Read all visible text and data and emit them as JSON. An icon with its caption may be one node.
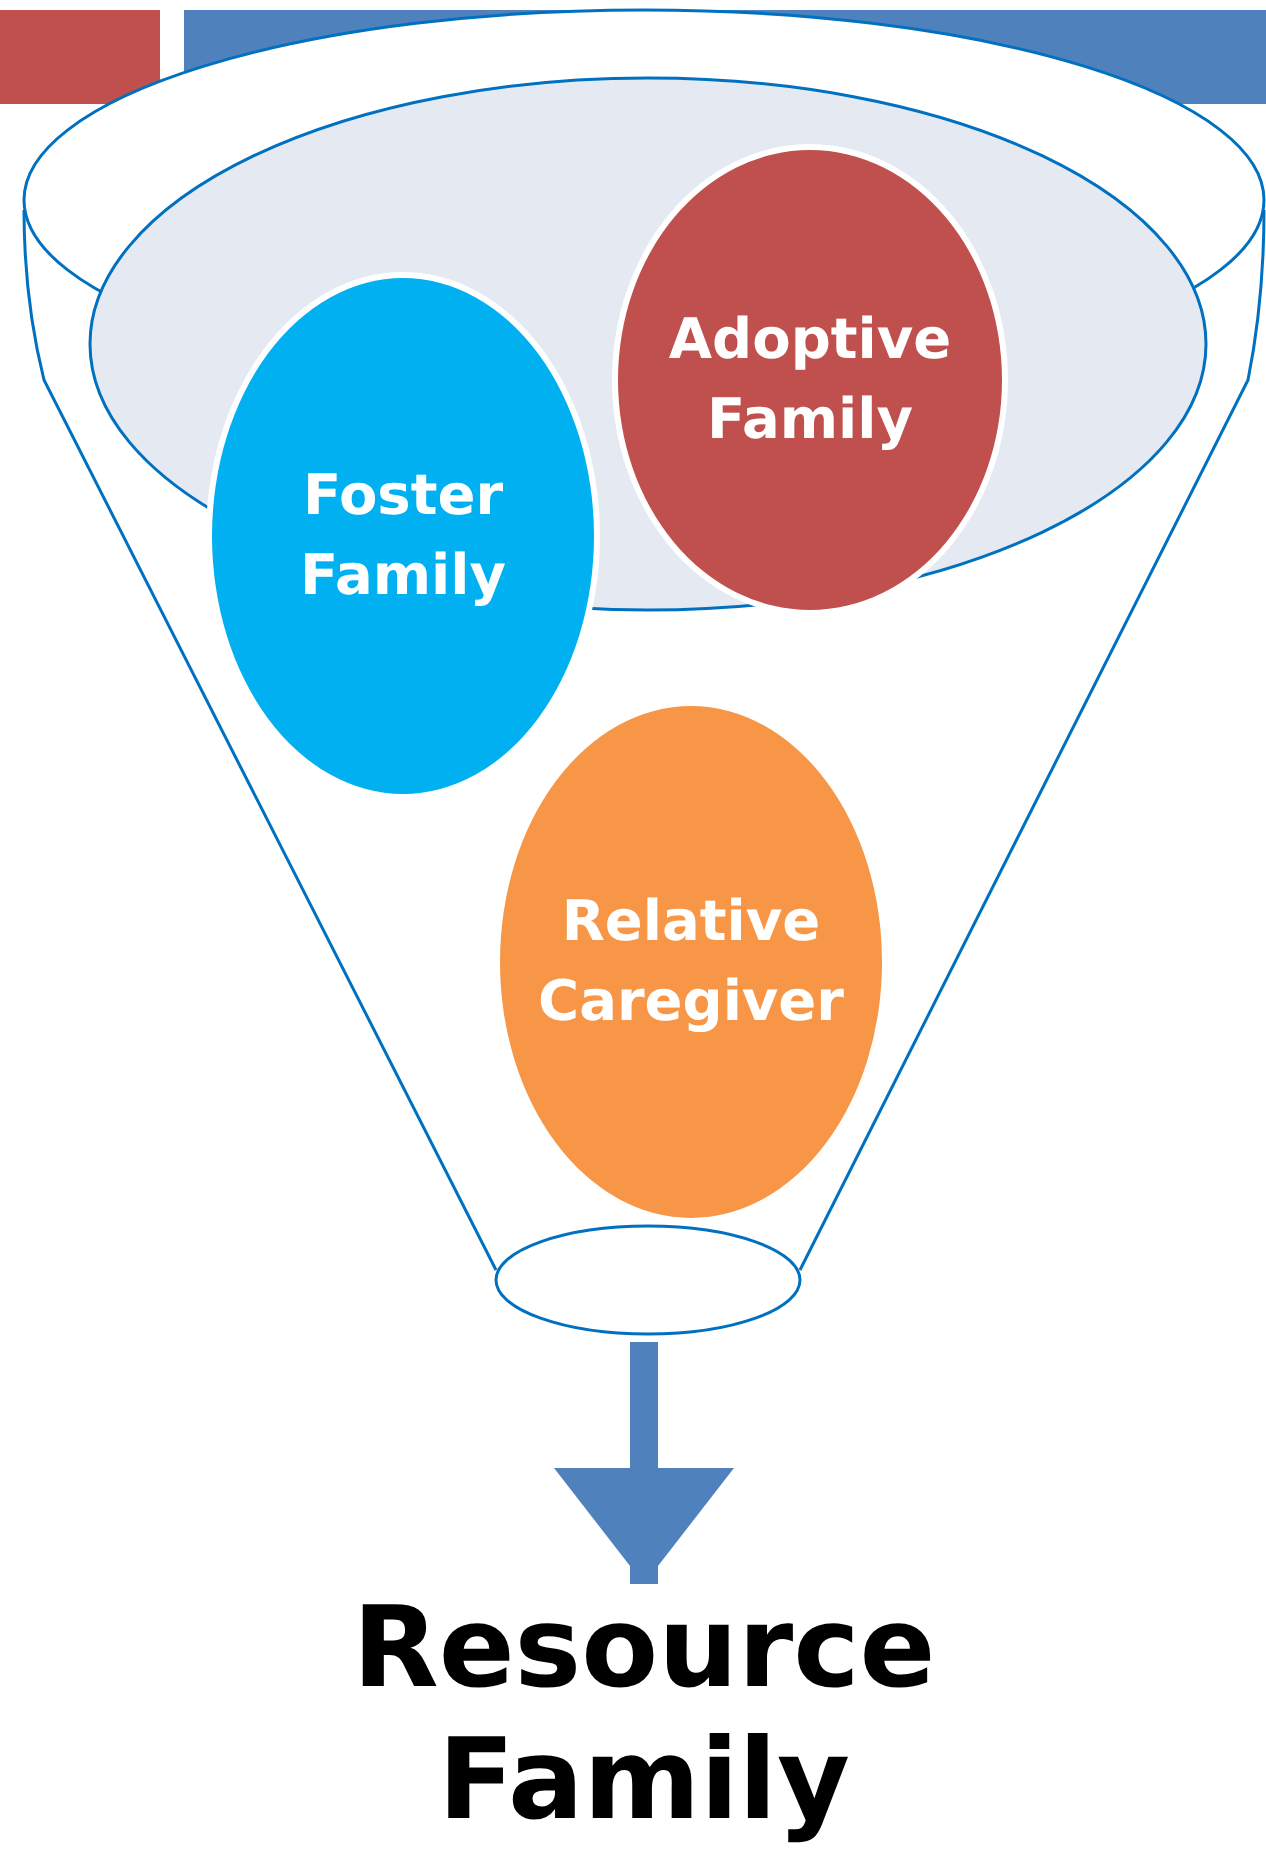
{
  "diagram": {
    "nodes": [
      {
        "text": [],
        "shape": "funnel"
      },
      {
        "text": [
          "Foster Family"
        ],
        "in": 0
      },
      {
        "text": [
          "Adoptive Family"
        ],
        "in": 0
      },
      {
        "text": [
          "Relative Caregiver"
        ],
        "in": 0
      },
      {
        "text": [
          "Resource Family"
        ]
      }
    ],
    "edges": [
      {
        "from": 0,
        "to": 4,
        "arrow": "to"
      }
    ]
  }
}
